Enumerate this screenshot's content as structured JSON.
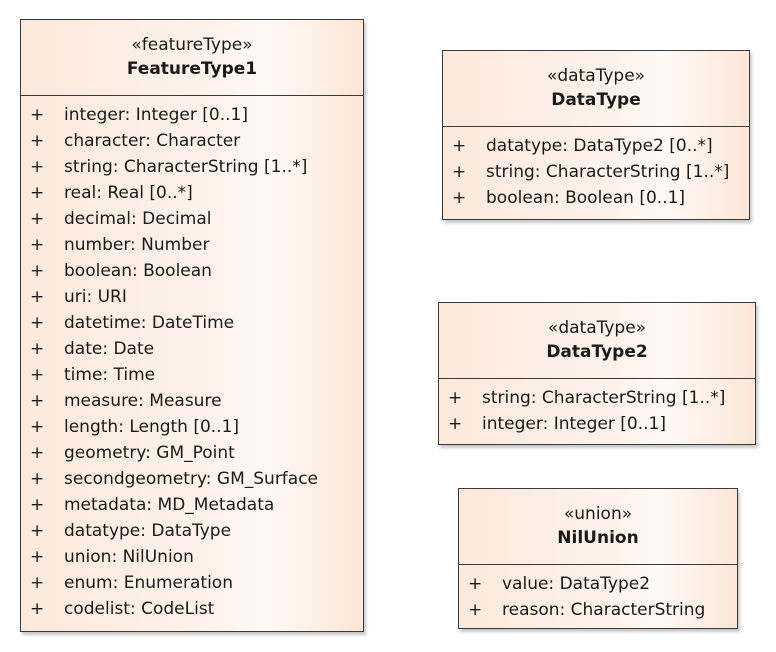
{
  "classes": {
    "featuretype1": {
      "stereotype": "«featureType»",
      "name": "FeatureType1",
      "attributes": [
        {
          "visibility": "+",
          "text": "integer: Integer [0..1]"
        },
        {
          "visibility": "+",
          "text": "character: Character"
        },
        {
          "visibility": "+",
          "text": "string: CharacterString [1..*]"
        },
        {
          "visibility": "+",
          "text": "real: Real [0..*]"
        },
        {
          "visibility": "+",
          "text": "decimal: Decimal"
        },
        {
          "visibility": "+",
          "text": "number: Number"
        },
        {
          "visibility": "+",
          "text": "boolean: Boolean"
        },
        {
          "visibility": "+",
          "text": "uri: URI"
        },
        {
          "visibility": "+",
          "text": "datetime: DateTime"
        },
        {
          "visibility": "+",
          "text": "date: Date"
        },
        {
          "visibility": "+",
          "text": "time: Time"
        },
        {
          "visibility": "+",
          "text": "measure: Measure"
        },
        {
          "visibility": "+",
          "text": "length: Length [0..1]"
        },
        {
          "visibility": "+",
          "text": "geometry: GM_Point"
        },
        {
          "visibility": "+",
          "text": "secondgeometry: GM_Surface"
        },
        {
          "visibility": "+",
          "text": "metadata: MD_Metadata"
        },
        {
          "visibility": "+",
          "text": "datatype: DataType"
        },
        {
          "visibility": "+",
          "text": "union: NilUnion"
        },
        {
          "visibility": "+",
          "text": "enum: Enumeration"
        },
        {
          "visibility": "+",
          "text": "codelist: CodeList"
        }
      ]
    },
    "datatype": {
      "stereotype": "«dataType»",
      "name": "DataType",
      "attributes": [
        {
          "visibility": "+",
          "text": "datatype: DataType2 [0..*]"
        },
        {
          "visibility": "+",
          "text": "string: CharacterString [1..*]"
        },
        {
          "visibility": "+",
          "text": "boolean: Boolean [0..1]"
        }
      ]
    },
    "datatype2": {
      "stereotype": "«dataType»",
      "name": "DataType2",
      "attributes": [
        {
          "visibility": "+",
          "text": "string: CharacterString [1..*]"
        },
        {
          "visibility": "+",
          "text": "integer: Integer [0..1]"
        }
      ]
    },
    "nilunion": {
      "stereotype": "«union»",
      "name": "NilUnion",
      "attributes": [
        {
          "visibility": "+",
          "text": "value: DataType2"
        },
        {
          "visibility": "+",
          "text": "reason: CharacterString"
        }
      ]
    }
  }
}
